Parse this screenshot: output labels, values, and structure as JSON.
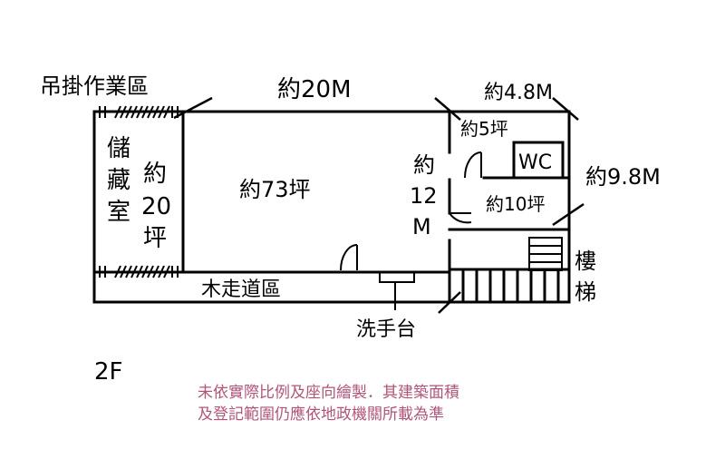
{
  "labels": {
    "hanging_area": "吊掛作業區",
    "length_top": "約20M",
    "width_small": "約4.8M",
    "storage_line1": "儲",
    "storage_line2": "藏",
    "storage_line3": "室",
    "storage_size_line1": "約",
    "storage_size_line2": "20",
    "storage_size_line3": "坪",
    "main_area": "約73坪",
    "depth_line1": "約",
    "depth_line2": "12",
    "depth_line3": "M",
    "small_room": "約5坪",
    "wc": "WC",
    "room_10": "約10坪",
    "right_dim": "約9.8M",
    "corridor": "木走道區",
    "sink": "洗手台",
    "stairs_line1": "樓",
    "stairs_line2": "梯",
    "floor": "2F"
  },
  "notice": {
    "line1": "未依實際比例及座向繪製．其建築面積",
    "line2": "及登記範圍仍應依地政機關所載為準"
  }
}
